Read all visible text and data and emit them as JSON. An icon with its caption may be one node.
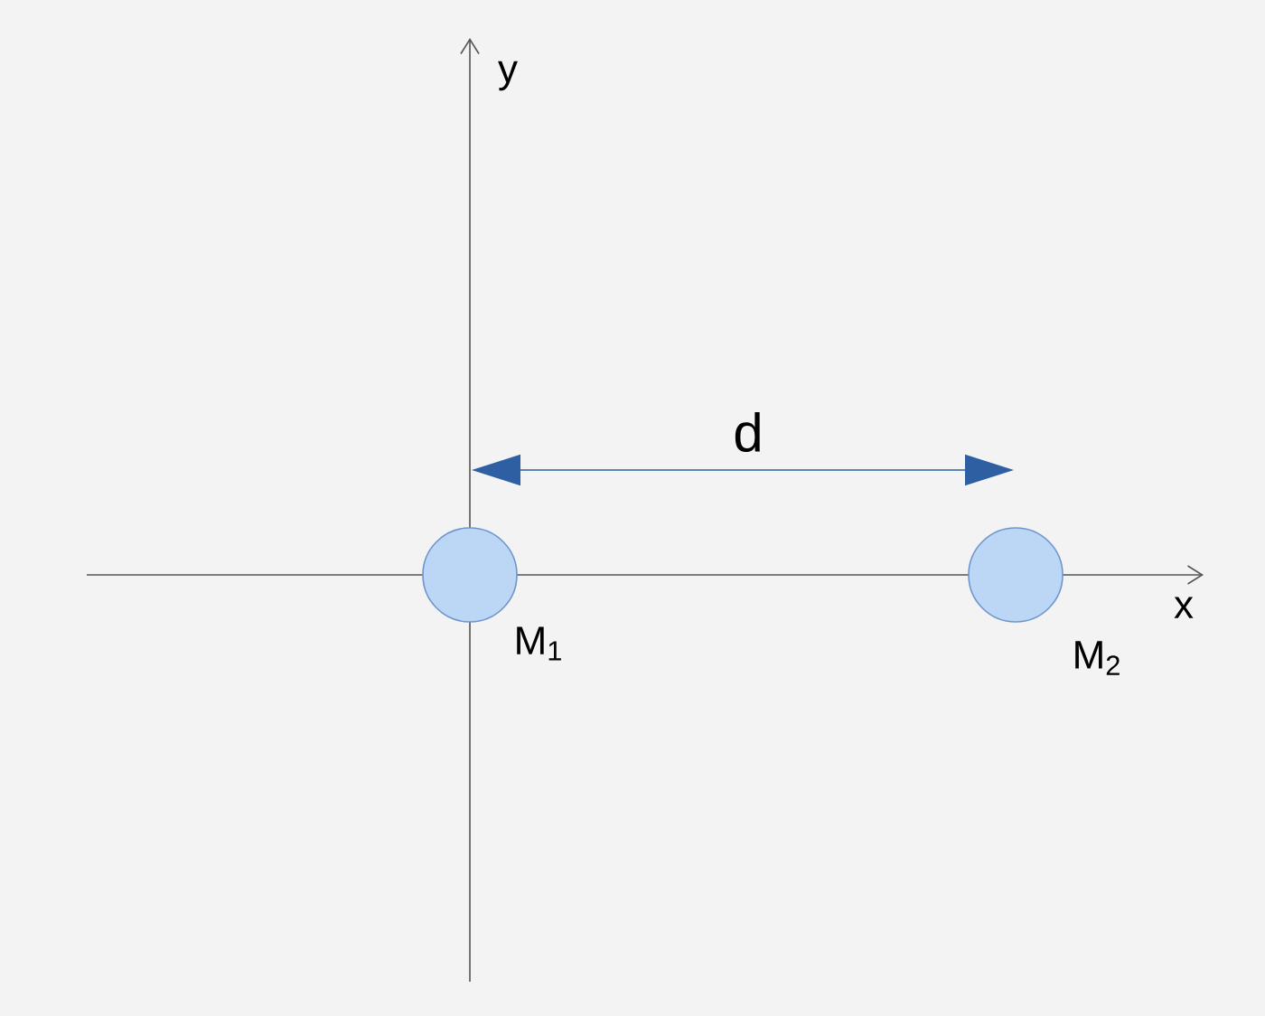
{
  "diagram": {
    "nodes": [
      {
        "text": [],
        "shape": "circle",
        "beside": [
          "M$_{1}$"
        ]
      },
      {
        "text": [],
        "shape": "circle",
        "beside": [
          "M$_{2}$"
        ]
      }
    ],
    "labels": [
      "y",
      "d",
      "x"
    ]
  }
}
